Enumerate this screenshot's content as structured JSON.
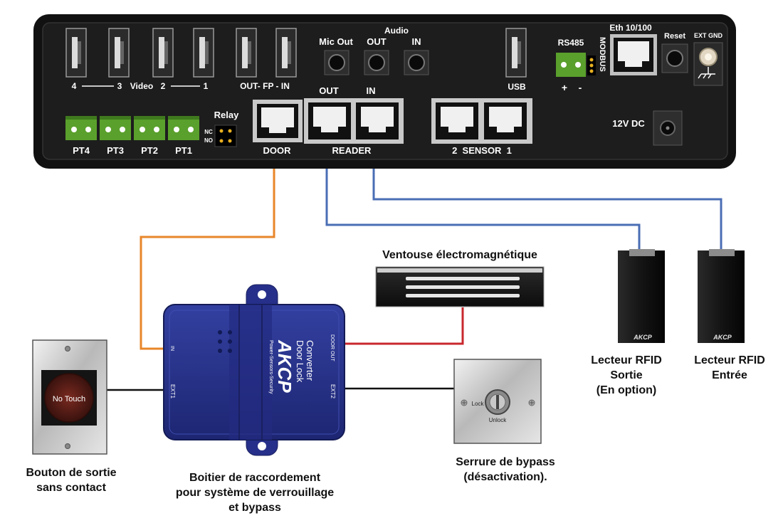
{
  "colors": {
    "door_wire": "#e8862a",
    "reader_wire": "#4a6eb5",
    "lock_wire": "#c8282e",
    "ground_wire": "#111111",
    "panel": "#1b1b1b",
    "terminal_green": "#5aa02c",
    "converter_blue": "#26308a"
  },
  "panel": {
    "usb_video_numbers": [
      "4",
      "3",
      "2",
      "1"
    ],
    "video_label": "Video",
    "fp_label": "OUT- FP - IN",
    "audio": {
      "title": "Audio",
      "mic_out": "Mic Out",
      "out": "OUT",
      "in": "IN"
    },
    "usb_label": "USB",
    "rs485_label": "RS485",
    "modbus_label": "MODBUS",
    "rs485_plus": "+",
    "rs485_minus": "-",
    "eth_label": "Eth 10/100",
    "reset_label": "Reset",
    "ext_gnd_label": "EXT GND",
    "dc_label": "12V DC",
    "relay_label": "Relay",
    "relay_nc": "NC",
    "relay_no": "NO",
    "pt_labels": [
      "PT4",
      "PT3",
      "PT2",
      "PT1"
    ],
    "door_label": "DOOR",
    "reader_out": "OUT",
    "reader_in": "IN",
    "reader_label": "READER",
    "sensor_label": "2  SENSOR  1"
  },
  "components": {
    "maglock_title": "Ventouse électromagnétique",
    "exit_button_text": "No Touch",
    "exit_button_caption": [
      "Bouton de sortie",
      "sans contact"
    ],
    "converter": {
      "brand": "AKCP",
      "name_line1": "Door Lock",
      "name_line2": "Converter",
      "tagline": "Power-Sensors-Security",
      "port_in": "IN",
      "port_ext1": "EXT1",
      "port_door_out": "DOOR OUT",
      "port_ext2": "EXT2",
      "caption": [
        "Boitier de raccordement",
        "pour système de verrouillage",
        "et bypass"
      ]
    },
    "bypass": {
      "lock_text": "Lock",
      "unlock_text": "Unlock",
      "caption": [
        "Serrure de bypass",
        "(désactivation)."
      ]
    },
    "reader_exit": {
      "brand": "AKCP",
      "caption": [
        "Lecteur RFID",
        "Sortie",
        "(En option)"
      ]
    },
    "reader_entry": {
      "brand": "AKCP",
      "caption": [
        "Lecteur RFID",
        "Entrée"
      ]
    }
  }
}
